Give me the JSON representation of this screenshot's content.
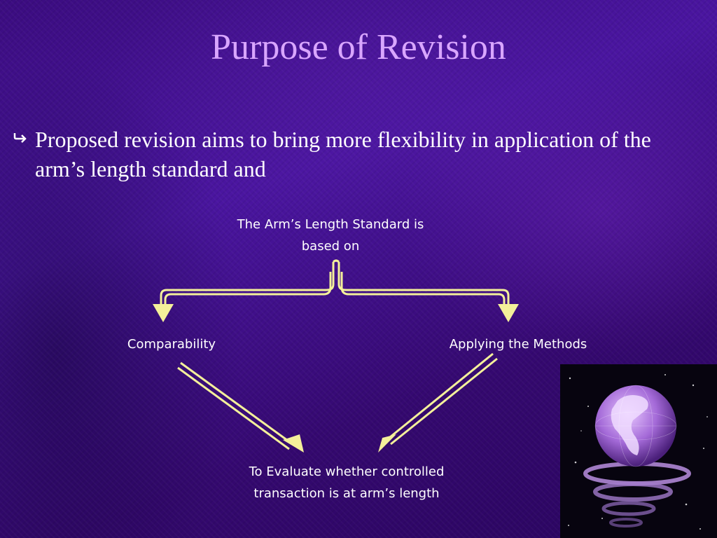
{
  "slide": {
    "title": "Purpose of Revision",
    "bullet": "Proposed revision aims to bring more flexibility in application of the arm’s length standard and"
  },
  "diagram": {
    "top_node": "The Arm’s Length Standard is based on",
    "left_node": "Comparability",
    "right_node": "Applying the Methods",
    "bottom_node": "To Evaluate whether controlled transaction is at arm’s length"
  },
  "colors": {
    "title": "#d9a6ff",
    "arrow": "#f4f09a",
    "text": "#ffffff",
    "background": "#3a0a7a"
  },
  "icons": {
    "bullet": "hooked-arrow-icon",
    "decoration": "globe-icon"
  }
}
